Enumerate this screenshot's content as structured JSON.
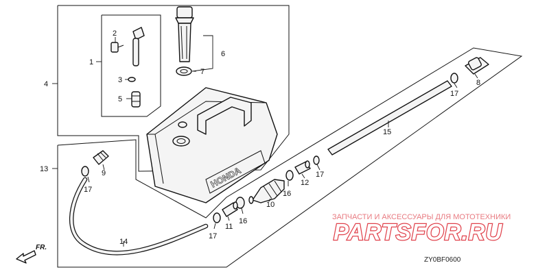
{
  "diagram": {
    "callouts": {
      "c1": "1",
      "c2": "2",
      "c3": "3",
      "c4": "4",
      "c5": "5",
      "c6": "6",
      "c7": "7",
      "c8": "8",
      "c9": "9",
      "c10": "10",
      "c11": "11",
      "c12": "12",
      "c13": "13",
      "c14": "14",
      "c15": "15",
      "c16a": "16",
      "c16b": "16",
      "c17a": "17",
      "c17b": "17",
      "c17c": "17",
      "c17d": "17"
    },
    "tank_brand": "HONDA",
    "direction": "FR.",
    "diagram_code": "ZY0BF0600"
  },
  "watermark": {
    "tagline": "ЗАПЧАСТИ И АКСЕССУАРЫ ДЛЯ МОТОТЕХНИКИ",
    "logo": "PARTSFOR.RU"
  },
  "colors": {
    "line": "#111111",
    "watermark": "#e0414b"
  }
}
